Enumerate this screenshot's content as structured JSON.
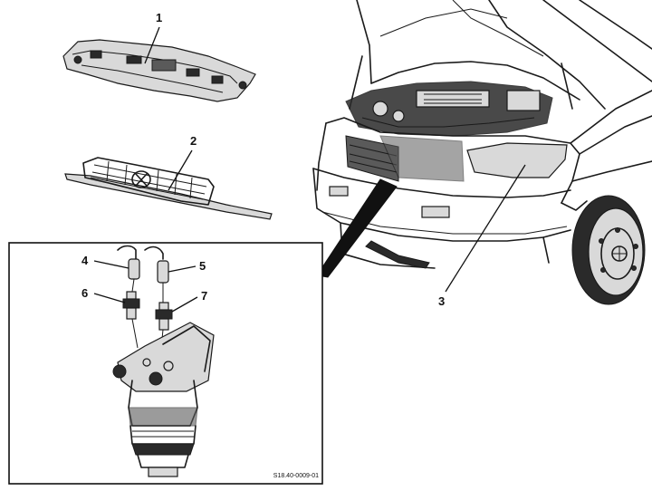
{
  "callouts": [
    {
      "id": "1",
      "label": "1"
    },
    {
      "id": "2",
      "label": "2"
    },
    {
      "id": "3",
      "label": "3"
    },
    {
      "id": "4",
      "label": "4"
    },
    {
      "id": "5",
      "label": "5"
    },
    {
      "id": "6",
      "label": "6"
    },
    {
      "id": "7",
      "label": "7"
    }
  ],
  "reference_code": "S18.40-0009-01"
}
